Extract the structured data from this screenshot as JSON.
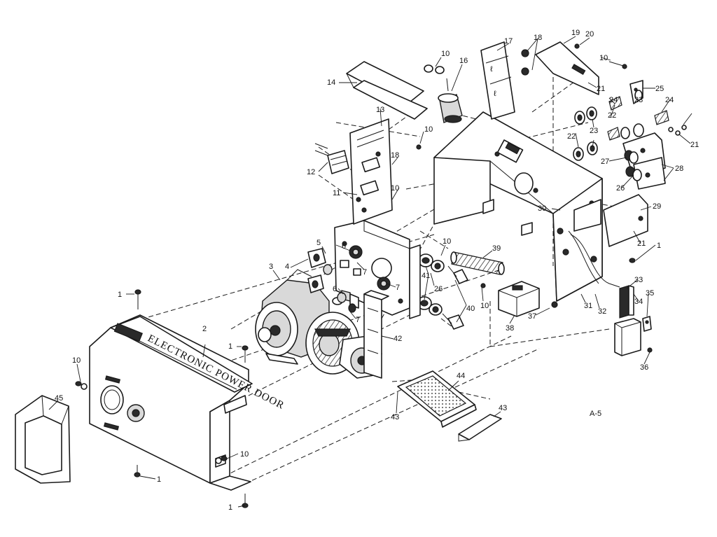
{
  "diagram": {
    "housing_text": "ELECTRONIC POWER DOOR",
    "reference_code": "A-5",
    "callouts": [
      "1",
      "1",
      "1",
      "1",
      "1",
      "2",
      "3",
      "4",
      "5",
      "6",
      "6",
      "7",
      "7",
      "7",
      "10",
      "10",
      "10",
      "10",
      "10",
      "10",
      "10",
      "10",
      "11",
      "12",
      "13",
      "14",
      "16",
      "17",
      "18",
      "18",
      "19",
      "20",
      "21",
      "21",
      "21",
      "22",
      "22",
      "23",
      "23",
      "24",
      "24",
      "25",
      "26",
      "26",
      "27",
      "28",
      "29",
      "30",
      "31",
      "32",
      "33",
      "34",
      "35",
      "36",
      "37",
      "38",
      "39",
      "40",
      "41",
      "42",
      "43",
      "43",
      "44",
      "45"
    ]
  }
}
